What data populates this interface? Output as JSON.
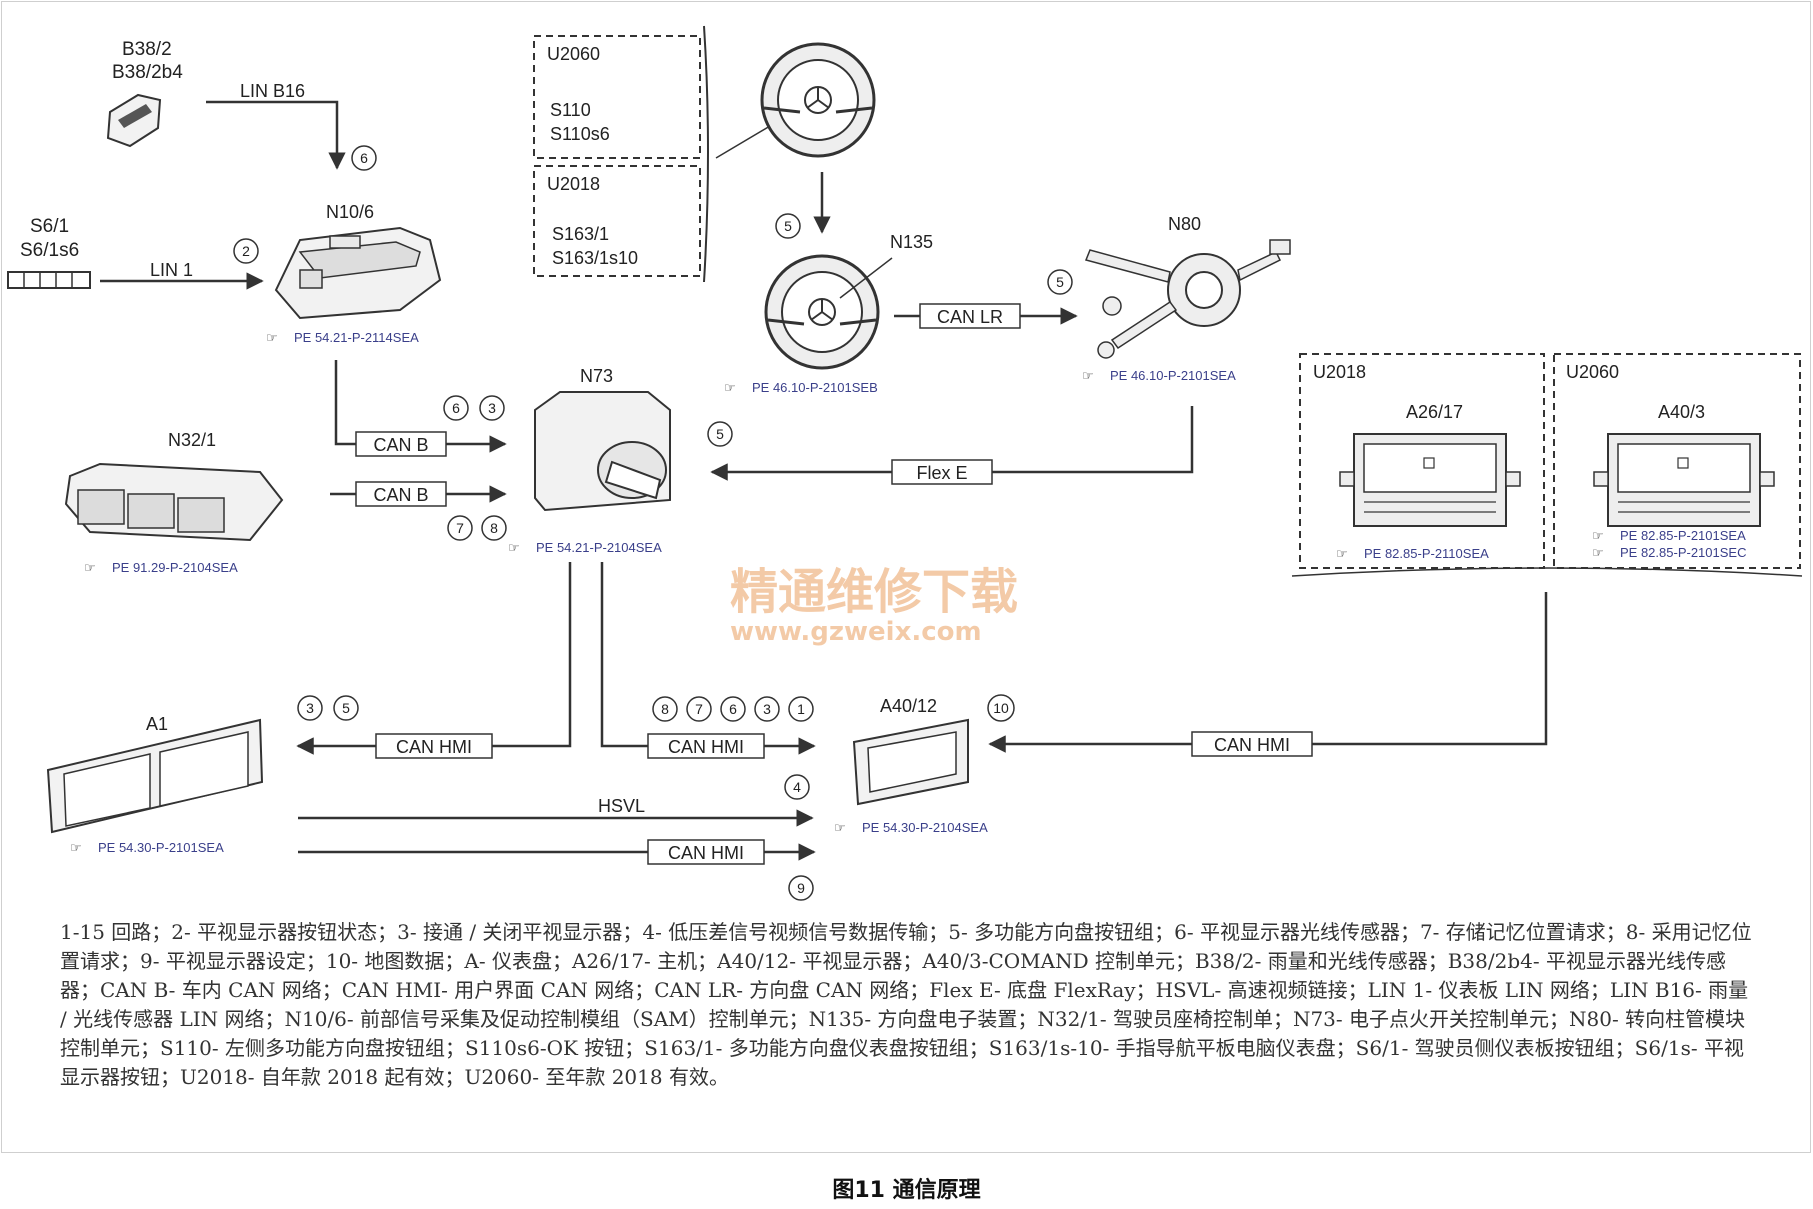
{
  "devices": {
    "b382": {
      "line1": "B38/2",
      "line2": "B38/2b4"
    },
    "s61": {
      "line1": "S6/1",
      "line2": "S6/1s6"
    },
    "n106": {
      "id": "N10/6",
      "pe": "PE 54.21-P-2114SEA"
    },
    "n321": {
      "id": "N32/1",
      "pe": "PE 91.29-P-2104SEA"
    },
    "n73": {
      "id": "N73",
      "pe": "PE 54.21-P-2104SEA"
    },
    "n135": {
      "id": "N135",
      "pe": "PE 46.10-P-2101SEB"
    },
    "n80": {
      "id": "N80",
      "pe": "PE 46.10-P-2101SEA"
    },
    "a1": {
      "id": "A1",
      "pe": "PE 54.30-P-2101SEA"
    },
    "a4012": {
      "id": "A40/12",
      "pe": "PE 54.30-P-2104SEA"
    },
    "a2617": {
      "id": "A26/17",
      "variant": "U2018",
      "pe": "PE 82.85-P-2110SEA"
    },
    "a403": {
      "id": "A40/3",
      "variant": "U2060",
      "pe1": "PE 82.85-P-2101SEA",
      "pe2": "PE 82.85-P-2101SEC"
    }
  },
  "steering_buttons": {
    "u2060": {
      "variant": "U2060",
      "line1": "S110",
      "line2": "S110s6"
    },
    "u2018": {
      "variant": "U2018",
      "line1": "S163/1",
      "line2": "S163/1s10"
    }
  },
  "buses": {
    "lin_b16": "LIN B16",
    "lin_1": "LIN 1",
    "can_b_1": "CAN B",
    "can_b_2": "CAN B",
    "can_lr": "CAN LR",
    "flex_e": "Flex E",
    "can_hmi_a1": "CAN HMI",
    "can_hmi_a4012": "CAN HMI",
    "can_hmi_head": "CAN HMI",
    "can_hmi_bottom": "CAN HMI",
    "hsvl": "HSVL"
  },
  "circuit_numbers": {
    "lin_b16": [
      "6"
    ],
    "lin_1": [
      "2"
    ],
    "steering_down": [
      "5"
    ],
    "can_lr": [
      "5"
    ],
    "can_b_upper": [
      "6",
      "3"
    ],
    "can_b_lower": [
      "7",
      "8"
    ],
    "flex_e": [
      "5"
    ],
    "can_hmi_a1": [
      "3",
      "5"
    ],
    "can_hmi_a4012": [
      "8",
      "7",
      "6",
      "3",
      "1"
    ],
    "can_hmi_head": [
      "10"
    ],
    "hsvl": [
      "4"
    ],
    "can_hmi_bottom": [
      "9"
    ]
  },
  "watermark": {
    "line1": "精通维修下载",
    "line2": "www.gzweix.com"
  },
  "legend": "1-15 回路；2- 平视显示器按钮状态；3- 接通 / 关闭平视显示器；4- 低压差信号视频信号数据传输；5- 多功能方向盘按钮组；6- 平视显示器光线传感器；7- 存储记忆位置请求；8- 采用记忆位置请求；9- 平视显示器设定；10- 地图数据；A- 仪表盘；A26/17- 主机；A40/12- 平视显示器；A40/3-COMAND 控制单元；B38/2- 雨量和光线传感器；B38/2b4- 平视显示器光线传感器；CAN B- 车内 CAN 网络；CAN HMI- 用户界面 CAN 网络；CAN LR- 方向盘 CAN 网络；Flex E- 底盘 FlexRay；HSVL- 高速视频链接；LIN 1- 仪表板 LIN 网络；LIN B16- 雨量 / 光线传感器 LIN 网络；N10/6- 前部信号采集及促动控制模组（SAM）控制单元；N135- 方向盘电子装置；N32/1- 驾驶员座椅控制单；N73- 电子点火开关控制单元；N80- 转向柱管模块控制单元；S110- 左侧多功能方向盘按钮组；S110s6-OK 按钮；S163/1- 多功能方向盘仪表盘按钮组；S163/1s-10- 手指导航平板电脑仪表盘；S6/1- 驾驶员侧仪表板按钮组；S6/1s- 平视显示器按钮；U2018- 自年款 2018 起有效；U2060- 至年款 2018 有效。",
  "caption": "图11 通信原理"
}
